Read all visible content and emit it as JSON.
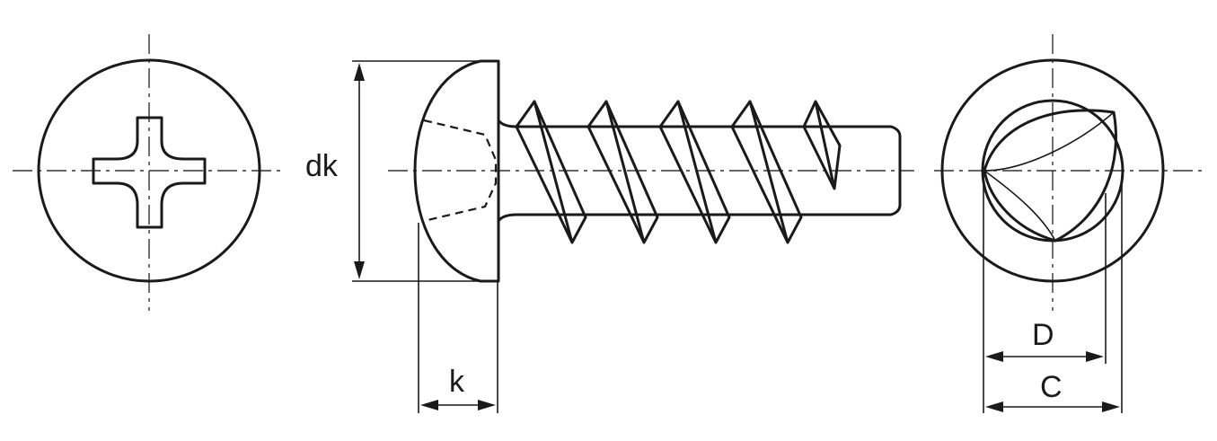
{
  "labels": {
    "head_diameter": "dk",
    "head_height": "k",
    "inner_diameter": "D",
    "outer_diameter": "C"
  }
}
